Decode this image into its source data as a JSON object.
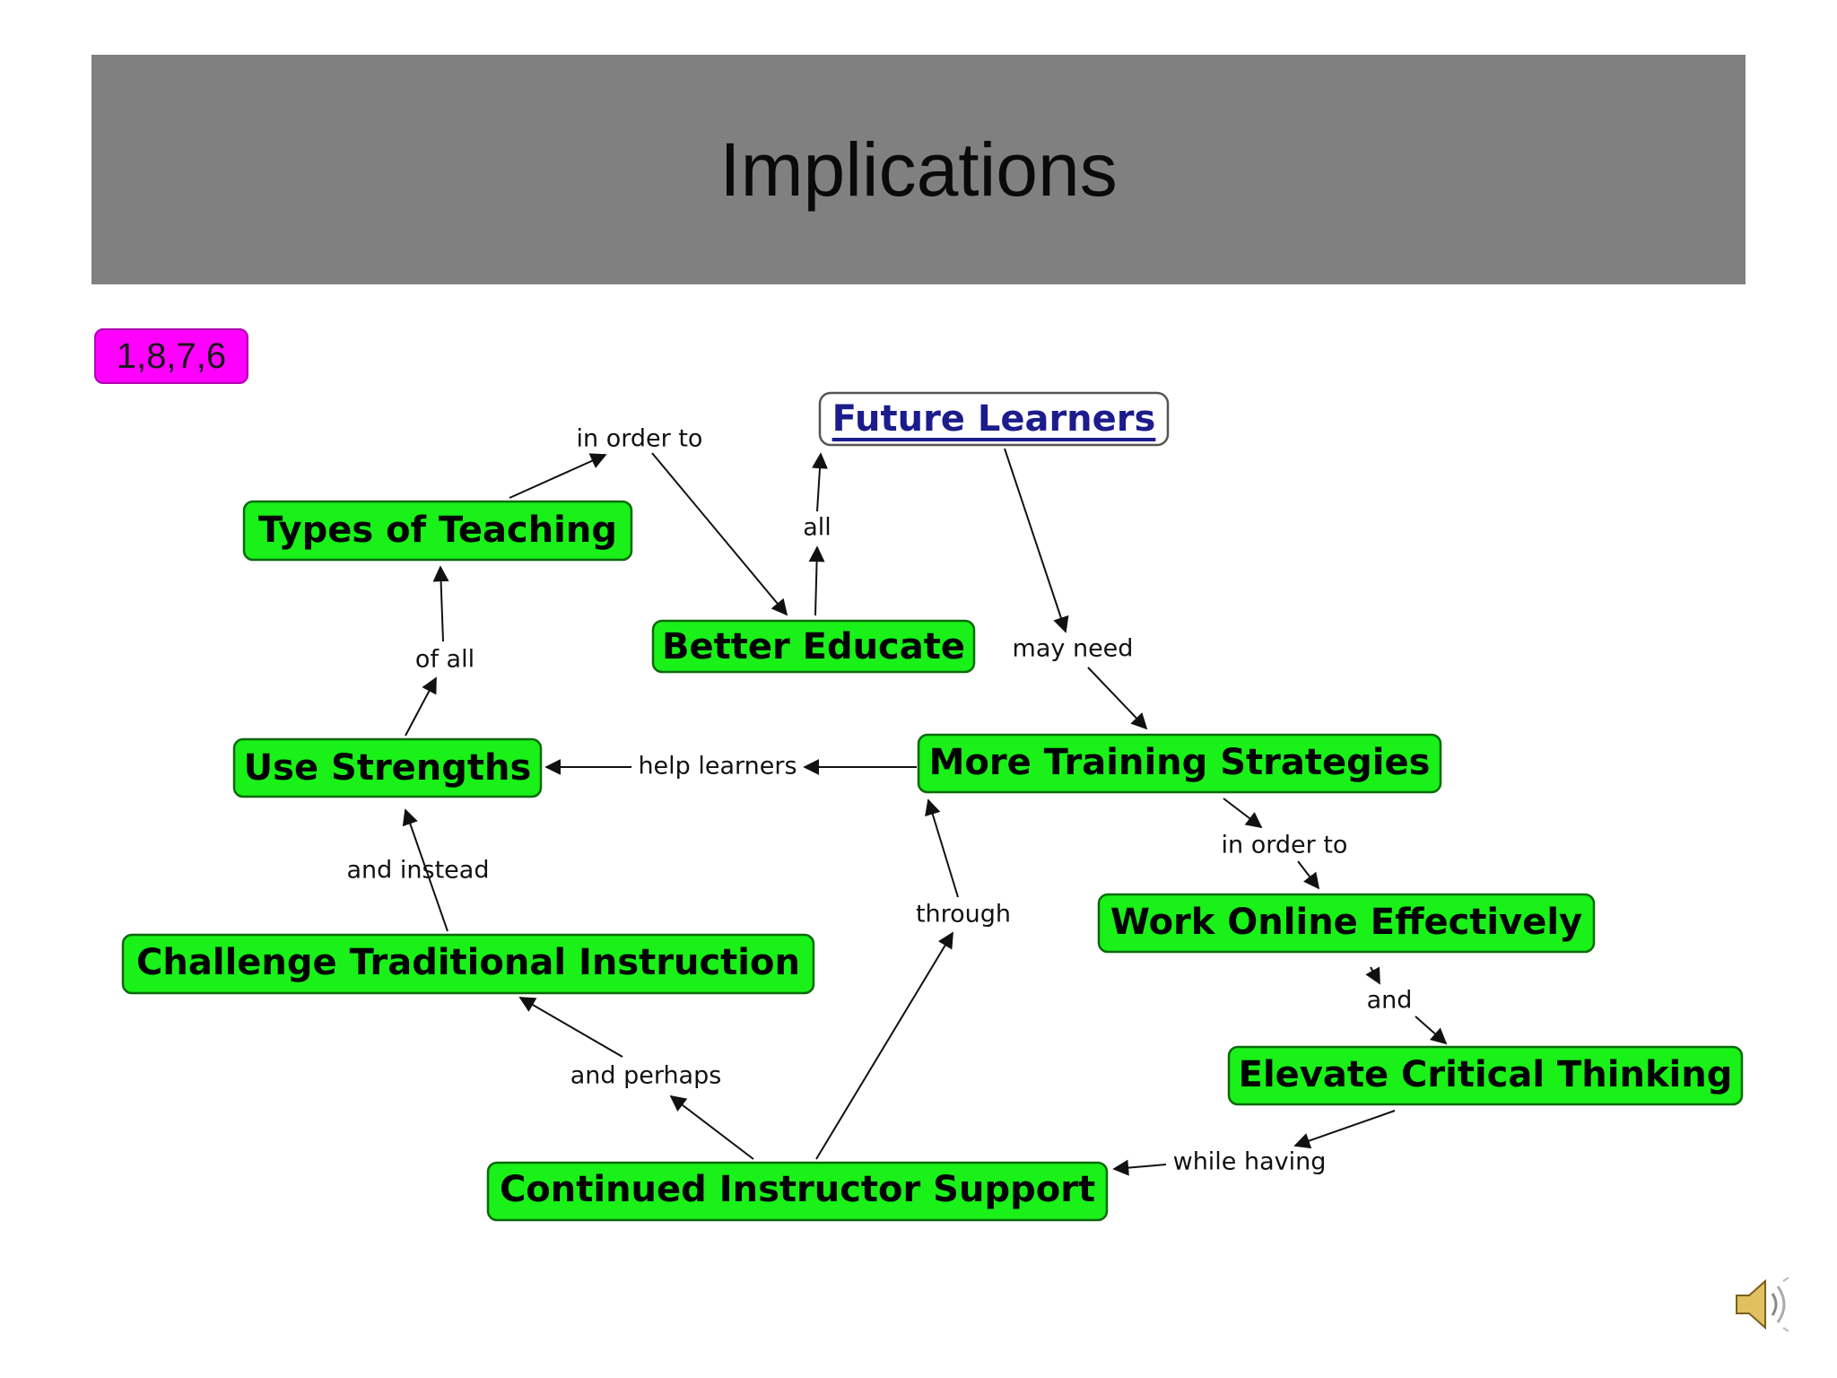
{
  "title": "Implications",
  "tag": "1,8,7,6",
  "colors": {
    "node_fill": "#19f119",
    "node_border": "#0a6a0a",
    "root_fill": "#ffffff",
    "root_text": "#1c1c8c",
    "tag_fill": "#ff00ff",
    "title_bar": "#808080"
  },
  "nodes": {
    "future_learners": "Future Learners",
    "types_of_teaching": "Types of Teaching",
    "better_educate": "Better Educate",
    "use_strengths": "Use Strengths",
    "more_training_strategies": "More Training Strategies",
    "work_online_effectively": "Work Online Effectively",
    "challenge_traditional_instruction": "Challenge Traditional Instruction",
    "elevate_critical_thinking": "Elevate Critical Thinking",
    "continued_instructor_support": "Continued Instructor Support"
  },
  "links": {
    "in_order_to_1": "in order to",
    "all": "all",
    "may_need": "may need",
    "of_all": "of all",
    "help_learners": "help learners",
    "in_order_to_2": "in order to",
    "and_instead": "and instead",
    "through": "through",
    "and": "and",
    "and_perhaps": "and perhaps",
    "while_having": "while having"
  },
  "speaker_icon": "speaker-icon"
}
